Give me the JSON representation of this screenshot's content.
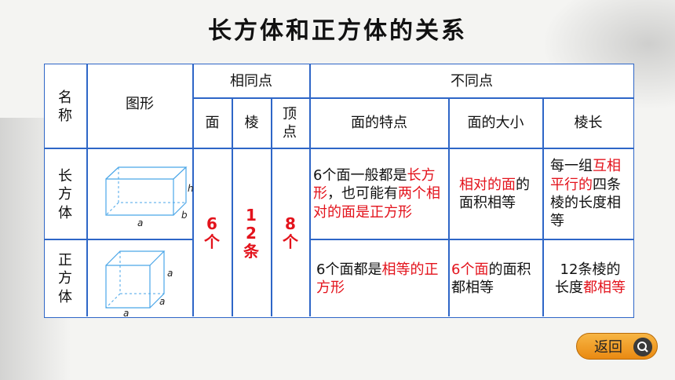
{
  "title": "长方体和正方体的关系",
  "headers": {
    "name": "名称",
    "figure": "图形",
    "same": "相同点",
    "different": "不同点",
    "face": "面",
    "edge": "棱",
    "vertex": "顶点",
    "face_feature": "面的特点",
    "face_size": "面的大小",
    "edge_length": "棱长"
  },
  "cuboid": {
    "name": "长方体",
    "label_h": "h",
    "label_a": "a",
    "label_b": "b",
    "face_feature": [
      {
        "t": "6个面一般都是",
        "red": false
      },
      {
        "t": "长方形",
        "red": true
      },
      {
        "t": "，也可能有",
        "red": false
      },
      {
        "t": "两个相对的面是正方形",
        "red": true
      }
    ],
    "face_size": [
      {
        "t": "相对的面",
        "red": true
      },
      {
        "t": "的面积相等",
        "red": false
      }
    ],
    "edge_length": [
      {
        "t": "每一组",
        "red": false
      },
      {
        "t": "互相平行的",
        "red": true
      },
      {
        "t": "四条棱的长度相等",
        "red": false
      }
    ]
  },
  "cube": {
    "name": "正方体",
    "label_a": "a",
    "face_feature": [
      {
        "t": "6个面都是",
        "red": false
      },
      {
        "t": "相等的正方形",
        "red": true
      }
    ],
    "face_size": [
      {
        "t": "6个面",
        "red": true
      },
      {
        "t": "的面积都相等",
        "red": false
      }
    ],
    "edge_length": [
      {
        "t": "12条棱的长度",
        "red": false
      },
      {
        "t": "都相等",
        "red": true
      }
    ]
  },
  "same_values": {
    "face": "6个",
    "edge": "12条",
    "vertex": "8个"
  },
  "back_button": "返回"
}
